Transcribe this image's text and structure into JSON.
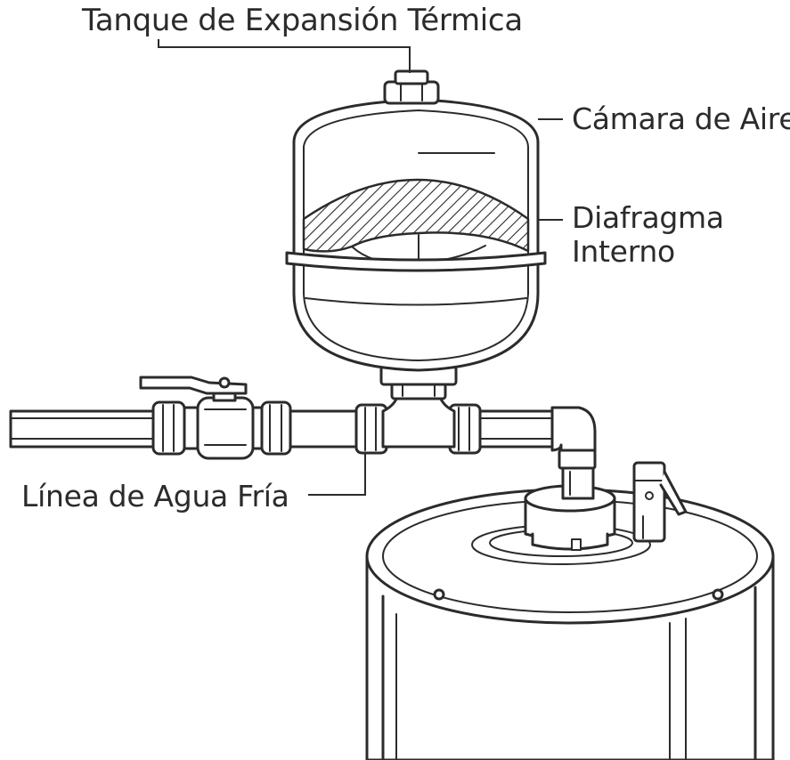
{
  "labels": {
    "title": "Tanque de Expansión Térmica",
    "air_chamber": "Cámara de Aire",
    "diaphragm_line1": "Diafragma",
    "diaphragm_line2": "Interno",
    "cold_line": "Línea de Agua Fría"
  },
  "colors": {
    "ink": "#2b2b2b",
    "fill": "#ffffff",
    "shade": "#e9e9e9"
  }
}
